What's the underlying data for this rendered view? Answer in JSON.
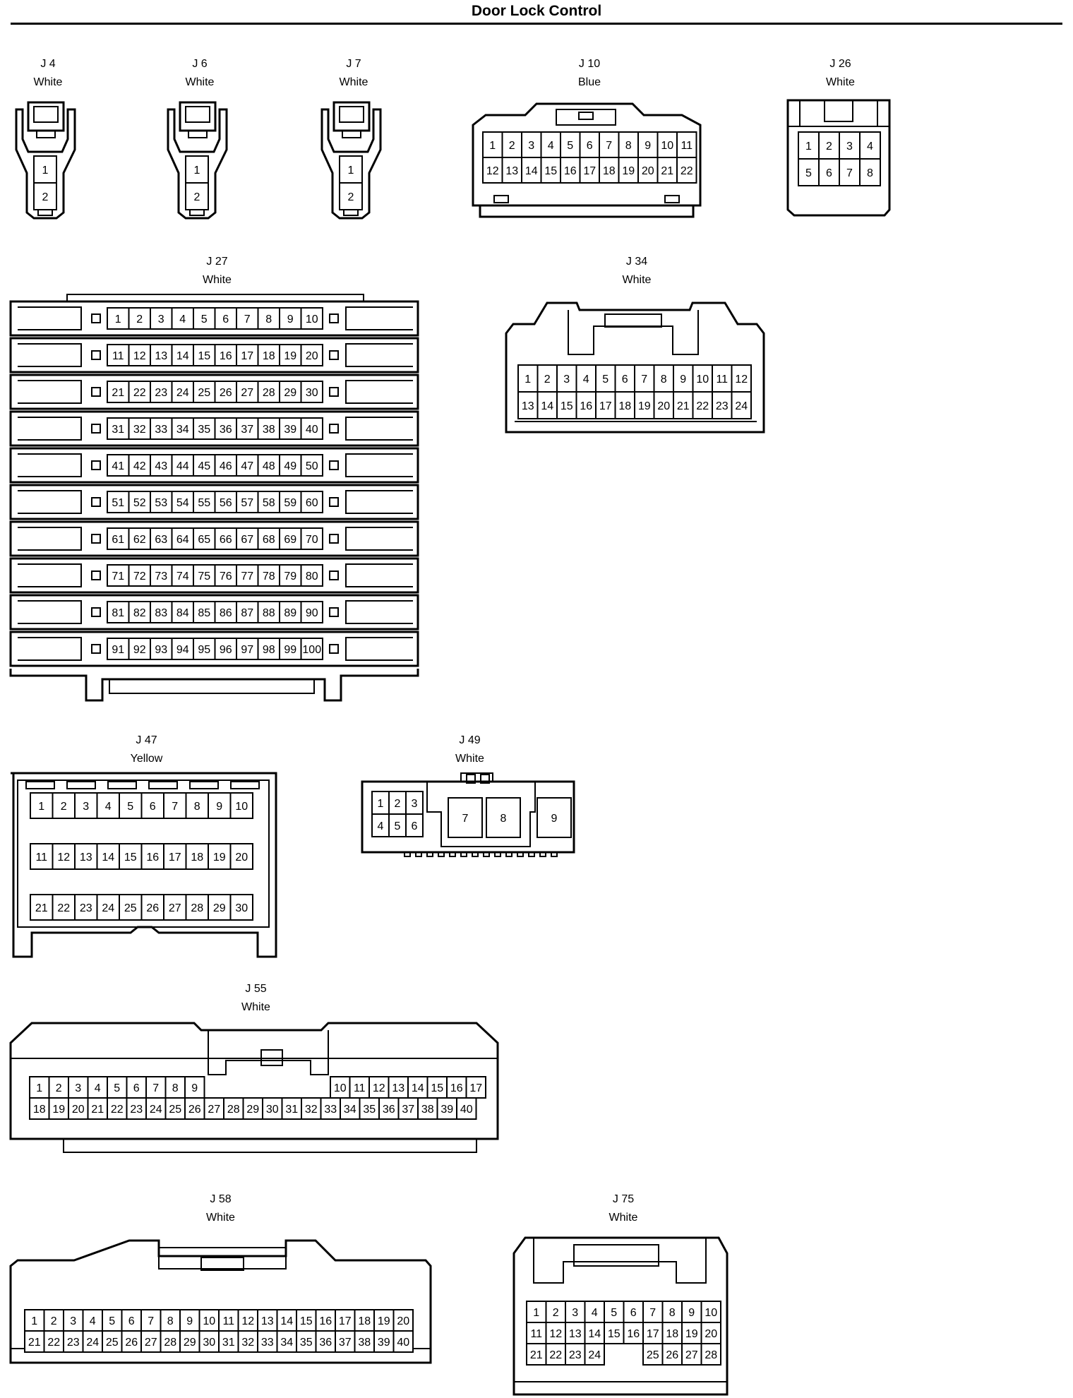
{
  "title": "Door Lock Control",
  "connectors": [
    {
      "id": "J 4",
      "color": "White",
      "pins": [
        "1",
        "2"
      ]
    },
    {
      "id": "J 6",
      "color": "White",
      "pins": [
        "1",
        "2"
      ]
    },
    {
      "id": "J 7",
      "color": "White",
      "pins": [
        "1",
        "2"
      ]
    },
    {
      "id": "J 10",
      "color": "Blue",
      "pins": [
        "1",
        "2",
        "3",
        "4",
        "5",
        "6",
        "7",
        "8",
        "9",
        "10",
        "11",
        "12",
        "13",
        "14",
        "15",
        "16",
        "17",
        "18",
        "19",
        "20",
        "21",
        "22"
      ]
    },
    {
      "id": "J 26",
      "color": "White",
      "pins": [
        "1",
        "2",
        "3",
        "4",
        "5",
        "6",
        "7",
        "8"
      ]
    },
    {
      "id": "J 27",
      "color": "White",
      "pins": [
        "1",
        "2",
        "3",
        "4",
        "5",
        "6",
        "7",
        "8",
        "9",
        "10",
        "11",
        "12",
        "13",
        "14",
        "15",
        "16",
        "17",
        "18",
        "19",
        "20",
        "21",
        "22",
        "23",
        "24",
        "25",
        "26",
        "27",
        "28",
        "29",
        "30",
        "31",
        "32",
        "33",
        "34",
        "35",
        "36",
        "37",
        "38",
        "39",
        "40",
        "41",
        "42",
        "43",
        "44",
        "45",
        "46",
        "47",
        "48",
        "49",
        "50",
        "51",
        "52",
        "53",
        "54",
        "55",
        "56",
        "57",
        "58",
        "59",
        "60",
        "61",
        "62",
        "63",
        "64",
        "65",
        "66",
        "67",
        "68",
        "69",
        "70",
        "71",
        "72",
        "73",
        "74",
        "75",
        "76",
        "77",
        "78",
        "79",
        "80",
        "81",
        "82",
        "83",
        "84",
        "85",
        "86",
        "87",
        "88",
        "89",
        "90",
        "91",
        "92",
        "93",
        "94",
        "95",
        "96",
        "97",
        "98",
        "99",
        "100"
      ]
    },
    {
      "id": "J 34",
      "color": "White",
      "pins": [
        "1",
        "2",
        "3",
        "4",
        "5",
        "6",
        "7",
        "8",
        "9",
        "10",
        "11",
        "12",
        "13",
        "14",
        "15",
        "16",
        "17",
        "18",
        "19",
        "20",
        "21",
        "22",
        "23",
        "24"
      ]
    },
    {
      "id": "J 47",
      "color": "Yellow",
      "pins": [
        "1",
        "2",
        "3",
        "4",
        "5",
        "6",
        "7",
        "8",
        "9",
        "10",
        "11",
        "12",
        "13",
        "14",
        "15",
        "16",
        "17",
        "18",
        "19",
        "20",
        "21",
        "22",
        "23",
        "24",
        "25",
        "26",
        "27",
        "28",
        "29",
        "30"
      ]
    },
    {
      "id": "J 49",
      "color": "White",
      "pins": [
        "1",
        "2",
        "3",
        "4",
        "5",
        "6",
        "7",
        "8",
        "9"
      ]
    },
    {
      "id": "J 55",
      "color": "White",
      "pins": [
        "1",
        "2",
        "3",
        "4",
        "5",
        "6",
        "7",
        "8",
        "9",
        "10",
        "11",
        "12",
        "13",
        "14",
        "15",
        "16",
        "17",
        "18",
        "19",
        "20",
        "21",
        "22",
        "23",
        "24",
        "25",
        "26",
        "27",
        "28",
        "29",
        "30",
        "31",
        "32",
        "33",
        "34",
        "35",
        "36",
        "37",
        "38",
        "39",
        "40"
      ]
    },
    {
      "id": "J 58",
      "color": "White",
      "pins": [
        "1",
        "2",
        "3",
        "4",
        "5",
        "6",
        "7",
        "8",
        "9",
        "10",
        "11",
        "12",
        "13",
        "14",
        "15",
        "16",
        "17",
        "18",
        "19",
        "20",
        "21",
        "22",
        "23",
        "24",
        "25",
        "26",
        "27",
        "28",
        "29",
        "30",
        "31",
        "32",
        "33",
        "34",
        "35",
        "36",
        "37",
        "38",
        "39",
        "40"
      ]
    },
    {
      "id": "J 75",
      "color": "White",
      "pins": [
        "1",
        "2",
        "3",
        "4",
        "5",
        "6",
        "7",
        "8",
        "9",
        "10",
        "11",
        "12",
        "13",
        "14",
        "15",
        "16",
        "17",
        "18",
        "19",
        "20",
        "21",
        "22",
        "23",
        "24",
        "25",
        "26",
        "27",
        "28"
      ]
    }
  ]
}
